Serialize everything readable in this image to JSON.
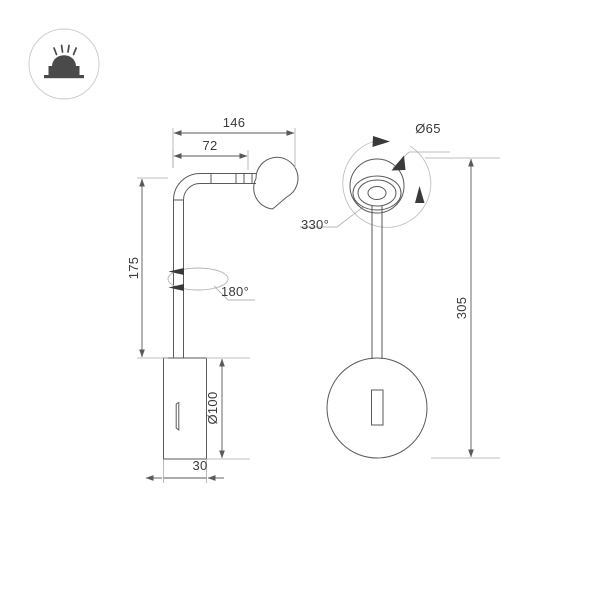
{
  "page": {
    "background_color": "#ffffff",
    "line_color": "#5a5a5a",
    "thin_line_color": "#9a9a9a",
    "text_color": "#3a3a3a",
    "icon_fill": "#4a4a4a"
  },
  "icon_badge": {
    "name": "wall-lamp-icon",
    "circle_stroke": "#c8c8c8",
    "label": ""
  },
  "dimensions": {
    "width_total": "146",
    "width_partial": "72",
    "height_arm": "175",
    "diameter_base": "Ø100",
    "depth_base": "30",
    "diameter_head": "Ø65",
    "height_total": "305"
  },
  "annotations": {
    "rotation_arm": "180°",
    "rotation_head": "330°"
  },
  "views": {
    "side": {
      "name": "side-view",
      "label": ""
    },
    "front": {
      "name": "front-view",
      "label": ""
    }
  }
}
